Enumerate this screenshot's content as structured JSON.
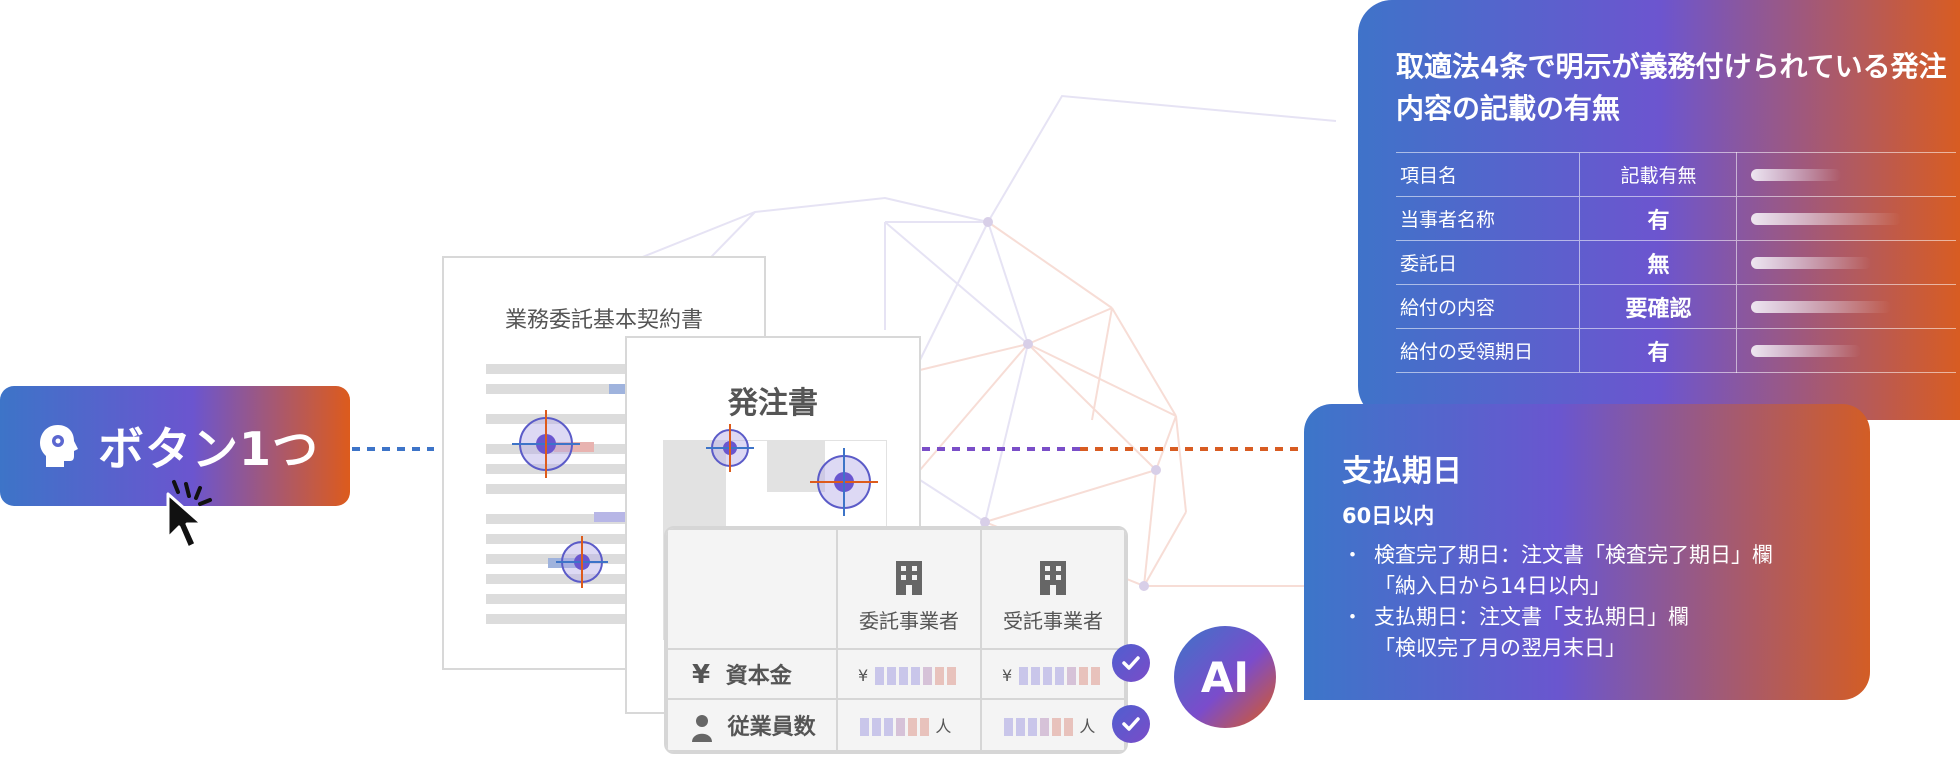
{
  "button": {
    "label": "ボタン1つ"
  },
  "doc_contract": {
    "title": "業務委託基本契約書"
  },
  "doc_order": {
    "title": "発注書"
  },
  "company_table": {
    "col_headers": [
      "委託事業者",
      "受託事業者"
    ],
    "rows": [
      {
        "label": "資本金",
        "prefix": "¥",
        "suffix": ""
      },
      {
        "label": "従業員数",
        "prefix": "",
        "suffix": "人"
      }
    ]
  },
  "ai_badge": {
    "label": "AI"
  },
  "panel_items": {
    "title": "取適法4条で明示が義務付けられている発注内容の記載の有無",
    "headers": [
      "項目名",
      "記載有無"
    ],
    "rows": [
      {
        "name": "当事者名称",
        "status": "有"
      },
      {
        "name": "委託日",
        "status": "無"
      },
      {
        "name": "給付の内容",
        "status": "要確認"
      },
      {
        "name": "給付の受領期日",
        "status": "有"
      }
    ]
  },
  "panel_payment": {
    "title": "支払期日",
    "subtitle": "60日以内",
    "items": [
      {
        "line1": "検査完了期日：注文書「検査完了期日」欄",
        "line2": "「納入日から14日以内」"
      },
      {
        "line1": "支払期日：注文書「支払期日」欄",
        "line2": "「検収完了月の翌月末日」"
      }
    ]
  },
  "colors": {
    "blue": "#3d74c8",
    "purple": "#6b55cf",
    "orange": "#dd5b1c"
  }
}
